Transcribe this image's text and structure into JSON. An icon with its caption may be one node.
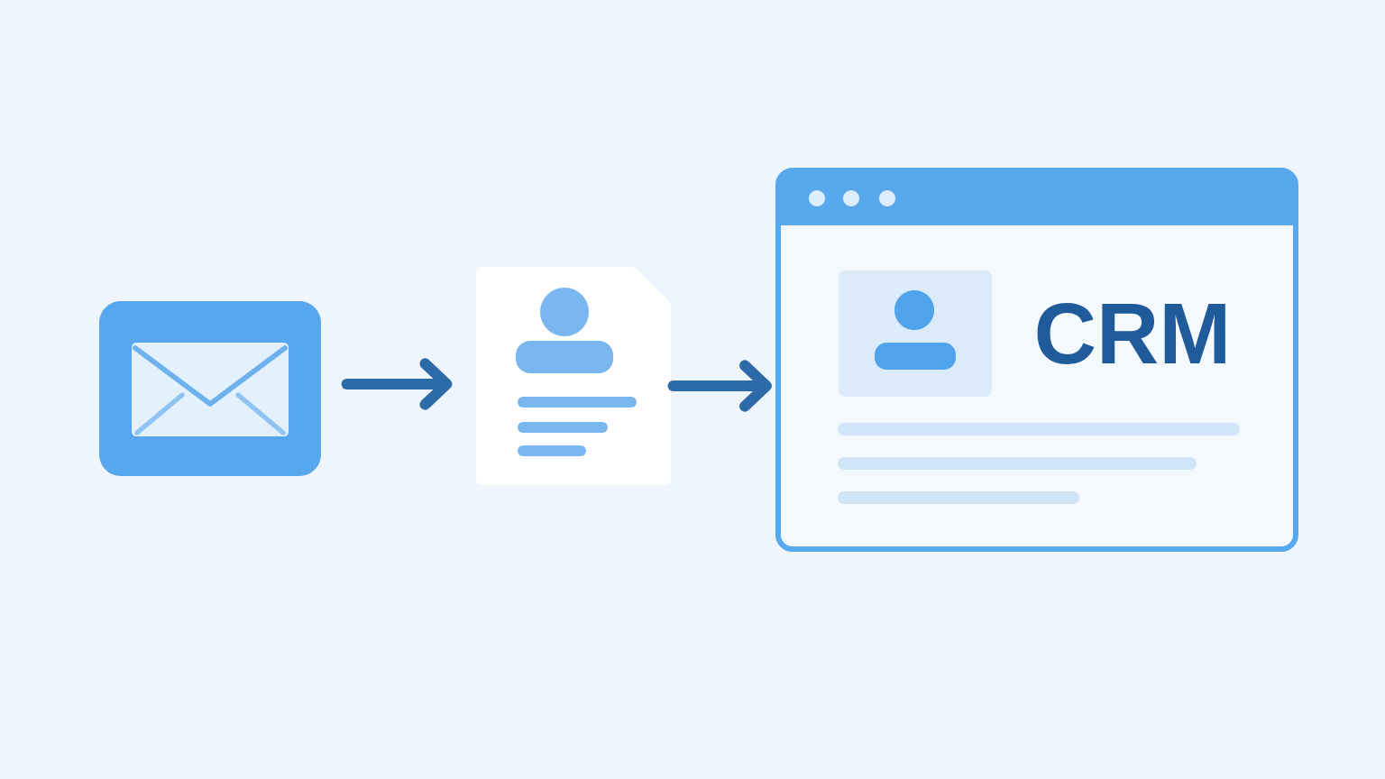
{
  "diagram": {
    "nodes": [
      {
        "text": [],
        "shape": "picture"
      },
      {
        "text": [],
        "shape": "picture"
      },
      {
        "text": [
          "CRM"
        ]
      }
    ],
    "edges": [
      {
        "from": 0,
        "to": 1,
        "arrow": "to"
      },
      {
        "from": 1,
        "to": 2,
        "arrow": "to"
      }
    ]
  }
}
